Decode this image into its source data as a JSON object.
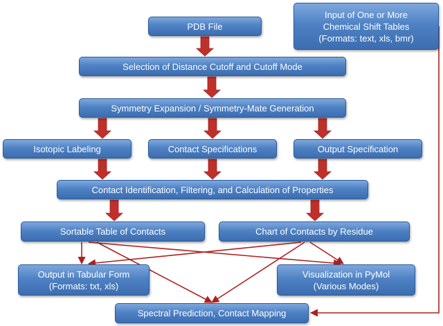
{
  "diagram": {
    "nodes": {
      "pdb_file": [
        "PDB File"
      ],
      "chemical_shift_input": [
        "Input of One or More",
        "Chemical Shift Tables",
        "(Formats: text, xls, bmr)"
      ],
      "distance_cutoff": [
        "Selection of Distance Cutoff and Cutoff Mode"
      ],
      "symmetry_expansion": [
        "Symmetry Expansion / Symmetry-Mate Generation"
      ],
      "isotopic_labeling": [
        "Isotopic Labeling"
      ],
      "contact_specifications": [
        "Contact Specifications"
      ],
      "output_specification": [
        "Output Specification"
      ],
      "contact_identification": [
        "Contact Identification, Filtering, and Calculation of Properties"
      ],
      "sortable_table": [
        "Sortable Table of Contacts"
      ],
      "chart_of_contacts": [
        "Chart of Contacts by Residue"
      ],
      "tabular_output": [
        "Output in Tabular Form",
        "(Formats: txt, xls)"
      ],
      "pymol_visualization": [
        "Visualization in PyMol",
        "(Various Modes)"
      ],
      "spectral_prediction": [
        "Spectral Prediction, Contact Mapping"
      ]
    },
    "colors": {
      "box_fill_top": "#7ea8dd",
      "box_fill_bottom": "#3b6db0",
      "box_border": "#2a5b9a",
      "arrow": "#c0302b",
      "connector": "#b01e1e"
    }
  }
}
